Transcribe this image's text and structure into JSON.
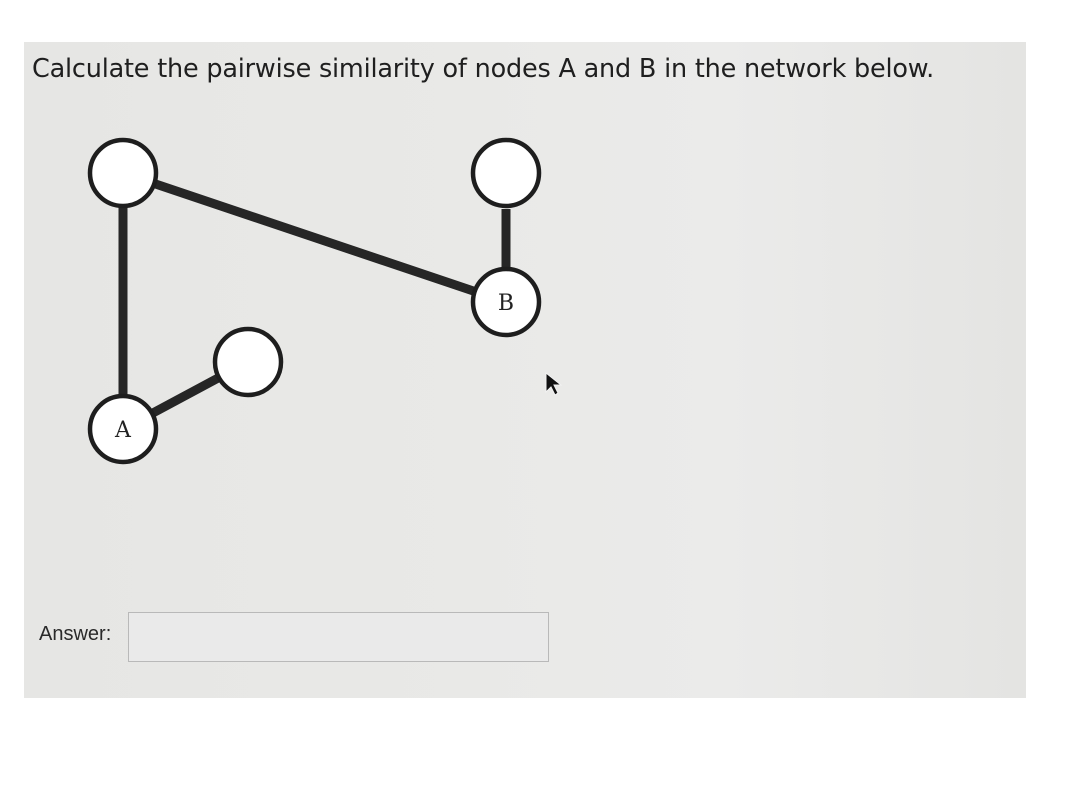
{
  "question": {
    "text": "Calculate the pairwise similarity of nodes A and B in the network below."
  },
  "network": {
    "nodes": [
      {
        "id": "top-left",
        "label": ""
      },
      {
        "id": "top-right",
        "label": ""
      },
      {
        "id": "B",
        "label": "B"
      },
      {
        "id": "middle",
        "label": ""
      },
      {
        "id": "A",
        "label": "A"
      }
    ],
    "edges": [
      [
        "top-left",
        "B"
      ],
      [
        "top-right",
        "B"
      ],
      [
        "top-left",
        "A"
      ],
      [
        "A",
        "middle"
      ]
    ]
  },
  "answer": {
    "label": "Answer:",
    "value": "",
    "placeholder": ""
  }
}
